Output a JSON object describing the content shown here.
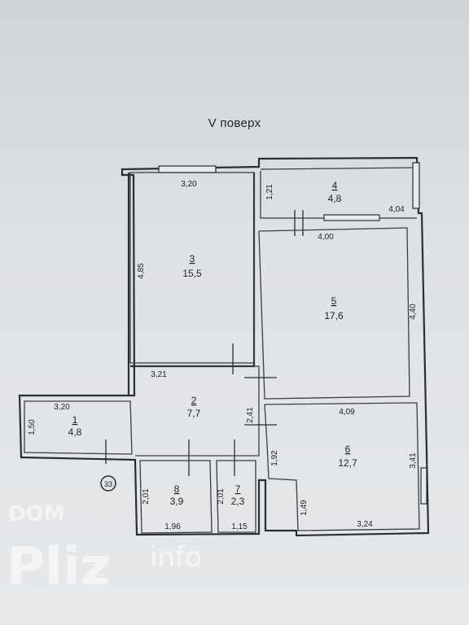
{
  "floor_title": "V поверх",
  "rooms": [
    {
      "id": "1",
      "num": "1",
      "area": "4,8"
    },
    {
      "id": "2",
      "num": "2",
      "area": "7,7"
    },
    {
      "id": "3",
      "num": "3",
      "area": "15,5"
    },
    {
      "id": "4",
      "num": "4",
      "area": "4,8"
    },
    {
      "id": "5",
      "num": "5",
      "area": "17,6"
    },
    {
      "id": "6",
      "num": "6",
      "area": "12,7"
    },
    {
      "id": "7",
      "num": "7",
      "area": "2,3"
    },
    {
      "id": "8",
      "num": "8",
      "area": "3,9"
    }
  ],
  "dimensions": [
    "3,20",
    "1,21",
    "4,04",
    "4,00",
    "4,85",
    "4,40",
    "3,21",
    "3,20",
    "1,50",
    "2,41",
    "4,09",
    "1,92",
    "3,41",
    "1,49",
    "3,24",
    "2,01",
    "2,01",
    "1,96",
    "1,15"
  ],
  "marker": "33",
  "watermark": {
    "line1": "DOM",
    "line2": "Pliz",
    "line3": "info"
  }
}
